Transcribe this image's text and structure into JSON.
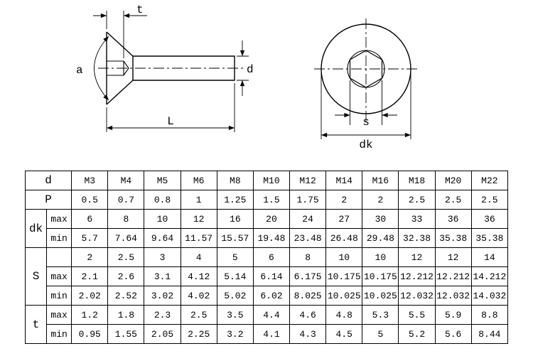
{
  "drawing": {
    "side_view": {
      "labels": {
        "t": "t",
        "a": "a",
        "d": "d",
        "L": "L"
      }
    },
    "top_view": {
      "labels": {
        "s": "s",
        "dk": "dk"
      }
    },
    "line_color": "#000000"
  },
  "table": {
    "groups": [
      {
        "label": "d",
        "rows": [
          {
            "sub": null,
            "values": [
              "M3",
              "M4",
              "M5",
              "M6",
              "M8",
              "M10",
              "M12",
              "M14",
              "M16",
              "M18",
              "M20",
              "M22"
            ]
          }
        ]
      },
      {
        "label": "P",
        "rows": [
          {
            "sub": null,
            "values": [
              "0.5",
              "0.7",
              "0.8",
              "1",
              "1.25",
              "1.5",
              "1.75",
              "2",
              "2",
              "2.5",
              "2.5",
              "2.5"
            ]
          }
        ]
      },
      {
        "label": "dk",
        "rows": [
          {
            "sub": "max",
            "values": [
              "6",
              "8",
              "10",
              "12",
              "16",
              "20",
              "24",
              "27",
              "30",
              "33",
              "36",
              "36"
            ]
          },
          {
            "sub": "min",
            "values": [
              "5.7",
              "7.64",
              "9.64",
              "11.57",
              "15.57",
              "19.48",
              "23.48",
              "26.48",
              "29.48",
              "32.38",
              "35.38",
              "35.38"
            ]
          }
        ]
      },
      {
        "label": "S",
        "rows": [
          {
            "sub": "",
            "values": [
              "2",
              "2.5",
              "3",
              "4",
              "5",
              "6",
              "8",
              "10",
              "10",
              "12",
              "12",
              "14"
            ]
          },
          {
            "sub": "max",
            "values": [
              "2.1",
              "2.6",
              "3.1",
              "4.12",
              "5.14",
              "6.14",
              "6.175",
              "10.175",
              "10.175",
              "12.212",
              "12.212",
              "14.212"
            ]
          },
          {
            "sub": "min",
            "values": [
              "2.02",
              "2.52",
              "3.02",
              "4.02",
              "5.02",
              "6.02",
              "8.025",
              "10.025",
              "10.025",
              "12.032",
              "12.032",
              "14.032"
            ]
          }
        ]
      },
      {
        "label": "t",
        "rows": [
          {
            "sub": "max",
            "values": [
              "1.2",
              "1.8",
              "2.3",
              "2.5",
              "3.5",
              "4.4",
              "4.6",
              "4.8",
              "5.3",
              "5.5",
              "5.9",
              "8.8"
            ]
          },
          {
            "sub": "min",
            "values": [
              "0.95",
              "1.55",
              "2.05",
              "2.25",
              "3.2",
              "4.1",
              "4.3",
              "4.5",
              "5",
              "5.2",
              "5.6",
              "8.44"
            ]
          }
        ]
      }
    ]
  }
}
